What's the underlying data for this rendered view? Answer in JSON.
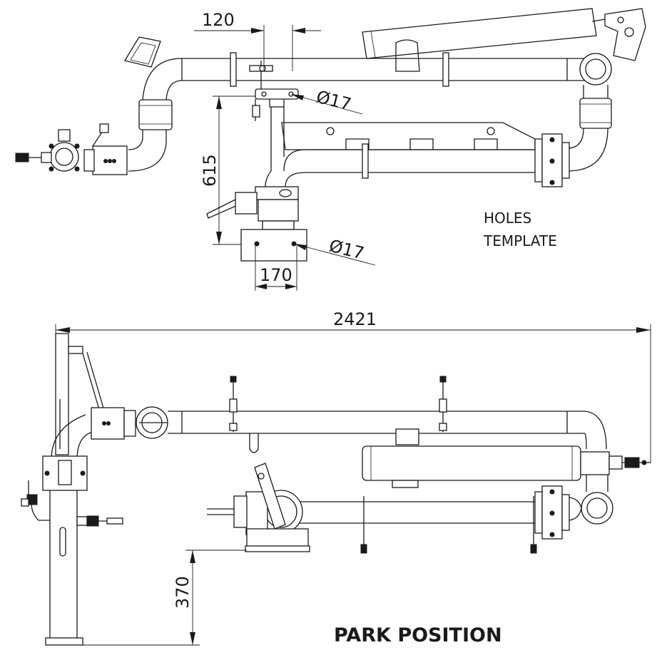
{
  "dimensions": {
    "d120": "120",
    "d615": "615",
    "d170": "170",
    "d2421": "2421",
    "d370": "370",
    "hole_top": "Ø17",
    "hole_bottom": "Ø17"
  },
  "notes": {
    "holes_line1": "HOLES",
    "holes_line2": "TEMPLATE"
  },
  "title": "PARK POSITION"
}
